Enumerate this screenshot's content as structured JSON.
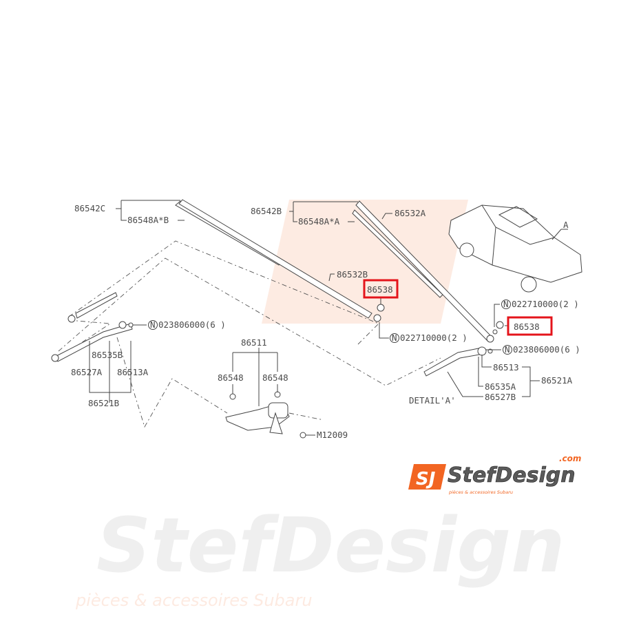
{
  "diagram": {
    "labels": {
      "blade_assy_left": "86542C",
      "blade_rubber_left": "86548A*B",
      "blade_assy_right": "86542B",
      "blade_rubber_right": "86548A*A",
      "arm_right": "86532A",
      "arm_left": "86532B",
      "car_detail_marker": "A",
      "cap_left": "86538",
      "cap_right": "86538",
      "nut_left": "022710000(2 )",
      "nut_right": "022710000(2 )",
      "bolt_left": "023806000(6 )",
      "bolt_right": "023806000(6 )",
      "n_symbol": "N",
      "link_left_b": "86535B",
      "link_left_a": "86527A",
      "link_left_13a": "86513A",
      "linkage_assy_left": "86521B",
      "motor": "86511",
      "grommet_1": "86548",
      "grommet_2": "86548",
      "screw": "M12009",
      "link_right_13": "86513",
      "link_right_35a": "86535A",
      "link_right_27b": "86527B",
      "linkage_assy_right": "86521A",
      "detail_caption": "DETAIL'A'"
    },
    "highlighted_parts": [
      "86538"
    ],
    "highlight_color": "#e4141b",
    "watermark": {
      "brand": "StefDesign",
      "domain": ".com",
      "tagline": "pièces & accessoires Subaru",
      "brand_color": "#f26522"
    }
  }
}
